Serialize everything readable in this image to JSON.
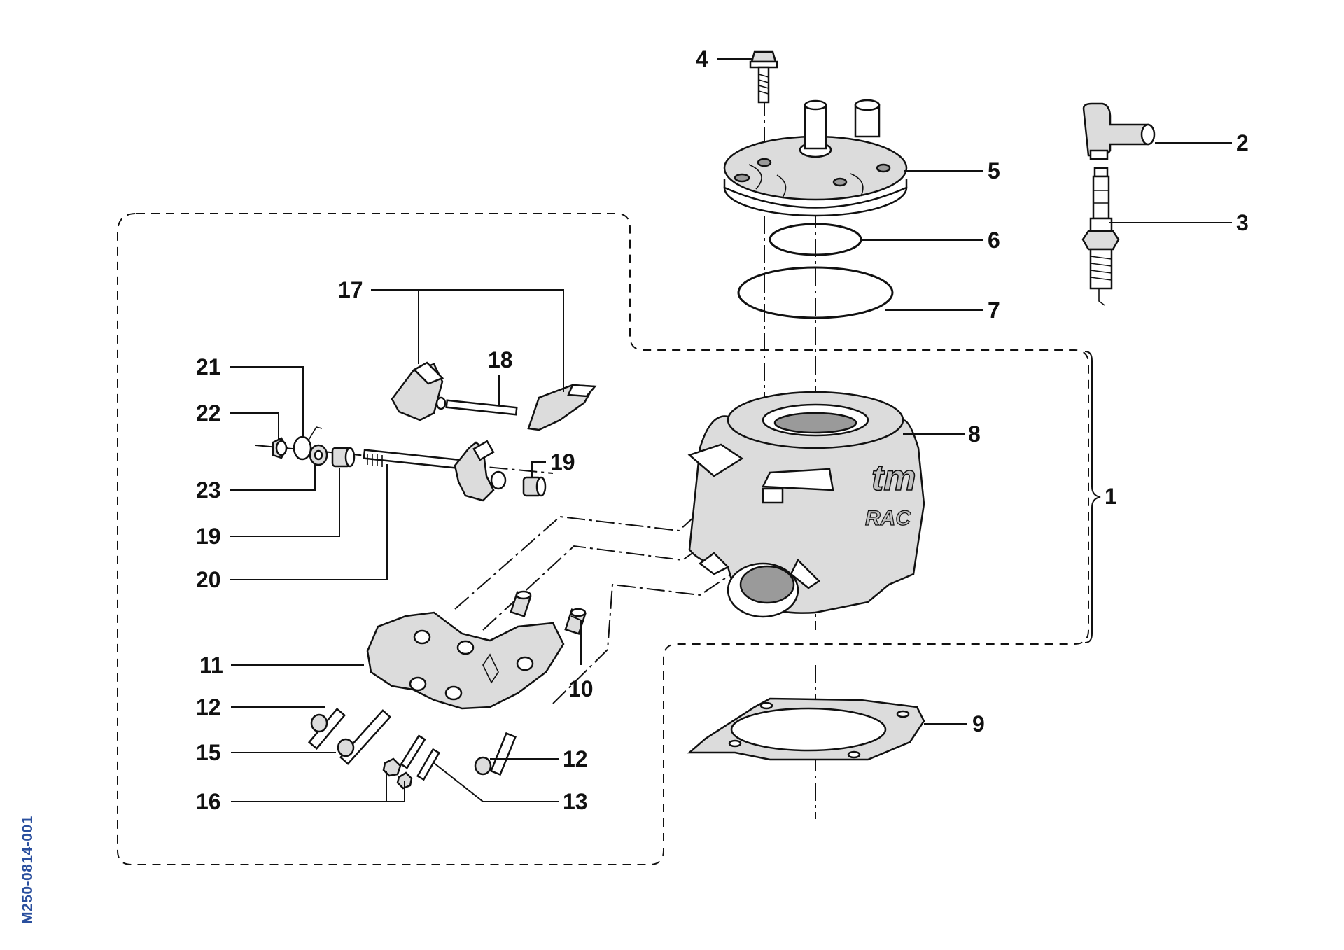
{
  "document_code": "M250-0814-001",
  "callouts": {
    "c1": "1",
    "c2": "2",
    "c3": "3",
    "c4": "4",
    "c5": "5",
    "c6": "6",
    "c7": "7",
    "c8": "8",
    "c9": "9",
    "c10": "10",
    "c11": "11",
    "c12a": "12",
    "c12b": "12",
    "c13": "13",
    "c15": "15",
    "c16": "16",
    "c17": "17",
    "c18": "18",
    "c19a": "19",
    "c19b": "19",
    "c20": "20",
    "c21": "21",
    "c22": "22",
    "c23": "23"
  },
  "cylinder_logo": "tm RAC",
  "colors": {
    "ink": "#111111",
    "code_blue": "#2a4f9e"
  }
}
